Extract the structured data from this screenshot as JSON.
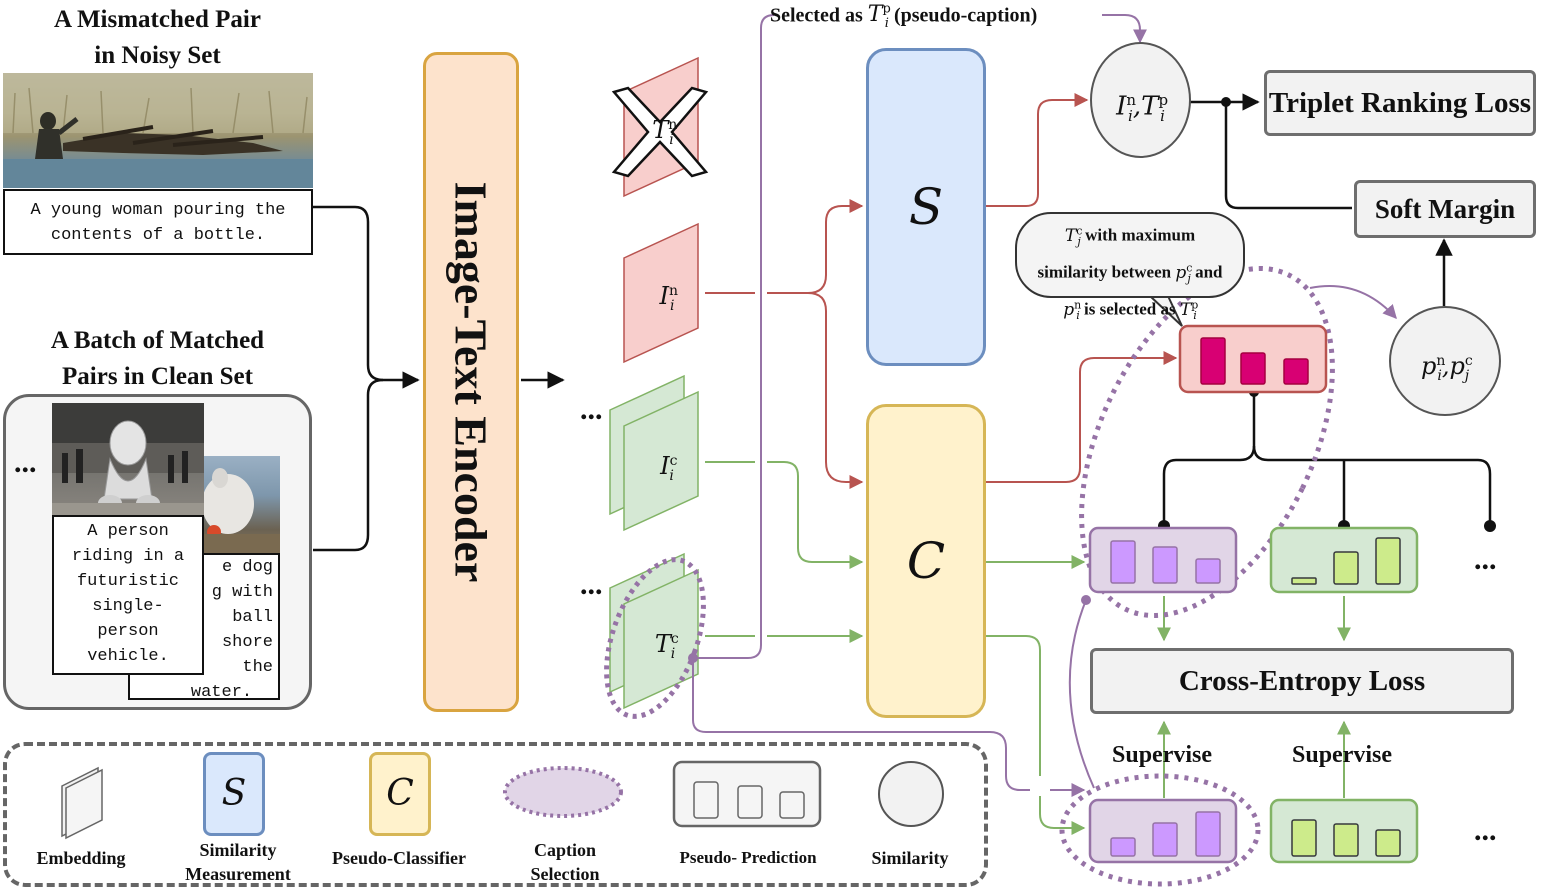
{
  "noisy_set": {
    "title_line1": "A Mismatched Pair",
    "title_line2": "in Noisy Set",
    "caption_line1": "A young woman pouring the",
    "caption_line2": "contents of a bottle."
  },
  "clean_set": {
    "title_line1": "A Batch of Matched",
    "title_line2": "Pairs in Clean Set",
    "ellipsis": "...",
    "front_caption": [
      "A person",
      "riding in a",
      "futuristic",
      "single-",
      "person",
      "vehicle."
    ],
    "back_caption": [
      "e dog",
      "g with",
      "ball",
      "shore",
      "the",
      "water."
    ]
  },
  "encoder": {
    "label": "Image-Text Encoder"
  },
  "embeddings": {
    "noisy_text": {
      "base": "T",
      "sub": "i",
      "sup": "n"
    },
    "noisy_image": {
      "base": "I",
      "sub": "i",
      "sup": "n"
    },
    "clean_image": {
      "base": "I",
      "sub": "i",
      "sup": "c"
    },
    "clean_text": {
      "base": "T",
      "sub": "i",
      "sup": "c"
    },
    "ellipsis": "..."
  },
  "modules": {
    "similarity": {
      "symbol": "S"
    },
    "classifier": {
      "symbol": "C"
    }
  },
  "pseudo_caption": {
    "prefix": "Selected as",
    "base": "T",
    "sub": "i",
    "sup": "p",
    "suffix": "(pseudo-caption)"
  },
  "pair_node": {
    "a_base": "I",
    "a_sub": "i",
    "a_sup": "n",
    "b_base": "T",
    "b_sub": "i",
    "b_sup": "p"
  },
  "prob_node": {
    "a_base": "p",
    "a_sub": "i",
    "a_sup": "n",
    "b_base": "p",
    "b_sub": "j",
    "b_sup": "c"
  },
  "losses": {
    "triplet": "Triplet Ranking Loss",
    "soft_margin": "Soft Margin",
    "cross_entropy": "Cross-Entropy Loss"
  },
  "callout": {
    "line1_base": "T",
    "line1_sub": "j",
    "line1_sup": "c",
    "line1_rest": " with maximum",
    "line2": "similarity between",
    "line2_var": "p",
    "line2_sub": "j",
    "line2_sup": "c",
    "line2_rest": " and",
    "line3_var": "p",
    "line3_sub": "i",
    "line3_sup": "n",
    "line3_rest": " is selected as ",
    "line3_end_base": "T",
    "line3_end_sub": "i",
    "line3_end_sup": "p"
  },
  "supervise": {
    "left": "Supervise",
    "right": "Supervise"
  },
  "right_ellipsis": "...",
  "legend": {
    "embedding": "Embedding",
    "similarity_line1": "Similarity",
    "similarity_line2": "Measurement",
    "classifier": "Pseudo-Classifier",
    "selection_line1": "Caption",
    "selection_line2": "Selection",
    "prediction": "Pseudo- Prediction",
    "sim": "Similarity",
    "sym_s": "S",
    "sym_c": "C"
  },
  "colors": {
    "encoder_fill": "#fde3cc",
    "encoder_stroke": "#d9a440",
    "similarity_fill": "#dae8fc",
    "similarity_stroke": "#6c8ebf",
    "classifier_fill": "#fff2cc",
    "classifier_stroke": "#d6b656",
    "noisy_path": "#b85450",
    "clean_path": "#82b366",
    "selection_path": "#9673a6",
    "noisy_pred_fill": "#f8cecc",
    "noisy_bar": "#d80073",
    "purple_pred_fill": "#e1d5e7",
    "purple_bar": "#cc99ff",
    "green_pred_fill": "#d5e8d4",
    "green_bar": "#cdeb8b"
  }
}
